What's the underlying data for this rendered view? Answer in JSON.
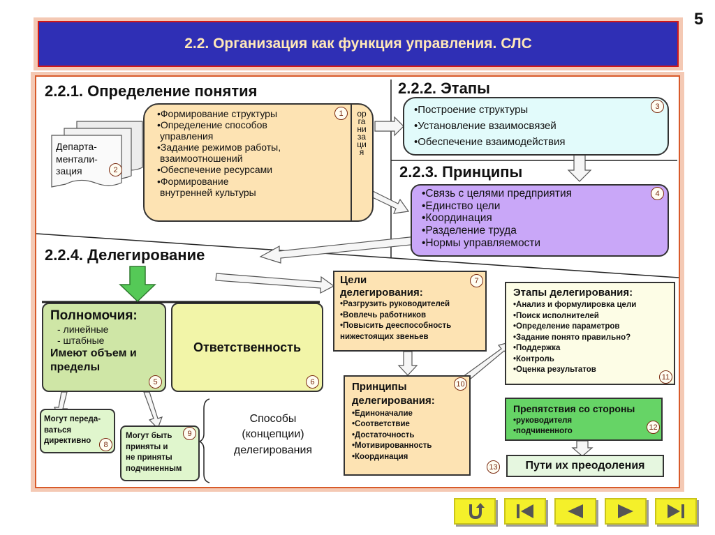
{
  "page_number": "5",
  "title": "2.2. Организация как функция управления. СЛС",
  "s1": {
    "heading": "2.2.1. Определение понятия",
    "dept": [
      "Департа-",
      "ментали-",
      "зация"
    ],
    "dept_num": "2",
    "items": [
      "•Формирование структуры",
      "•Определение способов",
      "управления",
      "•Задание режимов работы,",
      "взаимоотношений",
      "•Обеспечение ресурсами",
      "•Формирование",
      "внутренней культуры"
    ],
    "items_num": "1",
    "vertical_word": "организация"
  },
  "s2": {
    "heading": "2.2.2. Этапы",
    "items": [
      "•Построение структуры",
      "•Установление взаимосвязей",
      "•Обеспечение взаимодействия"
    ],
    "num": "3"
  },
  "s3": {
    "heading": "2.2.3. Принципы",
    "items": [
      "•Связь с целями предприятия",
      "•Единство цели",
      "•Координация",
      "•Разделение труда",
      "•Нормы управляемости"
    ],
    "num": "4"
  },
  "s4": {
    "heading": "2.2.4. Делегирование",
    "powers_title": "Полномочия:",
    "powers_items": [
      "- линейные",
      "- штабные"
    ],
    "powers_extra": [
      "Имеют объем и",
      "пределы"
    ],
    "powers_num": "5",
    "responsibility": "Ответственность",
    "responsibility_num": "6",
    "transfer": [
      "Могут переда-",
      "ваться",
      "директивно"
    ],
    "transfer_num": "8",
    "accept": [
      "Могут быть",
      "приняты и",
      "не приняты",
      "подчиненным"
    ],
    "accept_num": "9",
    "methods": [
      "Способы",
      "(концепции)",
      "делегирования"
    ],
    "goals_title": [
      "Цели",
      "делегирования:"
    ],
    "goals_items": [
      "•Разгрузить руководителей",
      "•Вовлечь работников",
      "•Повысить дееспособность",
      "нижестоящих звеньев"
    ],
    "goals_num": "7",
    "principles_title": [
      "Принципы",
      "делегирования:"
    ],
    "principles_items": [
      "•Единоначалие",
      "•Соответствие",
      "•Достаточность",
      "•Мотивированность",
      "•Координация"
    ],
    "principles_num": "10",
    "stages_title": "Этапы делегирования:",
    "stages_items": [
      "•Анализ и формулировка цели",
      "•Поиск исполнителей",
      "•Определение параметров",
      "•Задание понято правильно?",
      "•Поддержка",
      "•Контроль",
      "•Оценка результатов"
    ],
    "stages_num": "11",
    "obstacles_title": "Препятствия со стороны",
    "obstacles_items": [
      "•руководителя",
      "•подчиненного"
    ],
    "obstacles_num": "12",
    "overcome": "Пути их преодоления",
    "overcome_num": "13"
  },
  "nav": [
    "return-icon",
    "first-icon",
    "prev-icon",
    "next-icon",
    "last-icon"
  ],
  "colors": {
    "title_bg": "#2f2fb5",
    "title_text": "#ffe8b8",
    "frame": "#f4c9b4",
    "orange_box": "#fde3b3",
    "cyan_box": "#e2fbfb",
    "purple_box": "#c9a7f8",
    "green_box": "#cfe6a6",
    "yellow_box": "#f2f5a8",
    "green_bright": "#66d466"
  }
}
